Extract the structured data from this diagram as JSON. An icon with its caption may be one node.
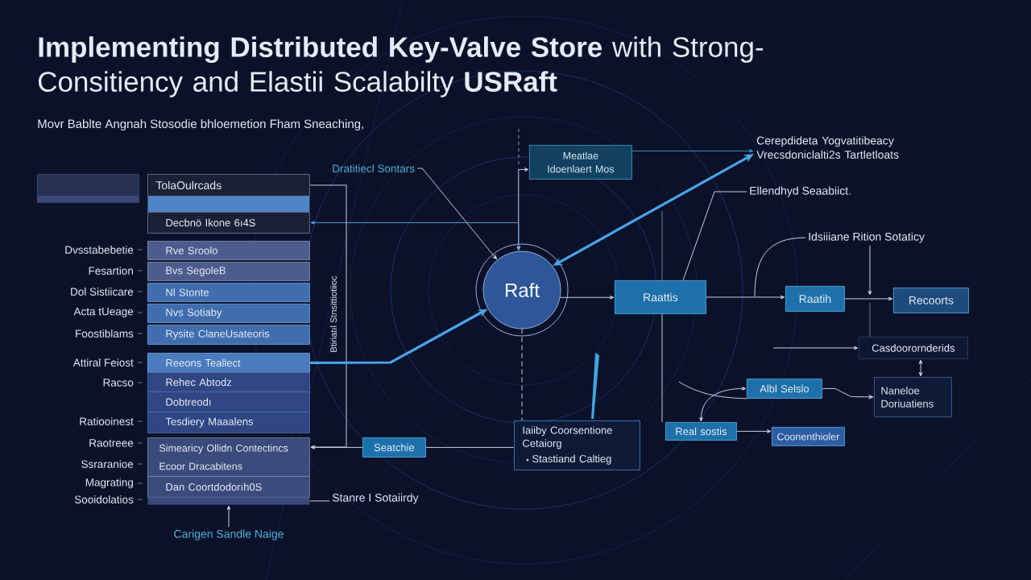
{
  "diagram": {
    "title": "**Implementing Distributed Key-Valve Store** with Strong- Consitiency and Elastii Scalabilty **USRaft**",
    "nodes": [
      {
        "text": [],
        "shape": "box"
      },
      {
        "text": [
          "TolaOulrcads"
        ]
      },
      {
        "text": [],
        "shape": "bar"
      },
      {
        "text": [
          "Decbnö Ikone 6ı4S"
        ]
      },
      {
        "text": [
          "Rve Sroolo"
        ],
        "beside": [
          "Dvsstabebetie"
        ]
      },
      {
        "text": [
          "Bvs SegoleB"
        ],
        "beside": [
          "Fesartion"
        ]
      },
      {
        "text": [
          "Nl Stonte"
        ],
        "beside": [
          "Dol Sistiicare"
        ]
      },
      {
        "text": [
          "Nvs Sotiaby"
        ],
        "beside": [
          "Acta tUeage"
        ]
      },
      {
        "text": [
          "Rysite ClaneUsateoris"
        ],
        "beside": [
          "Foostiblams"
        ]
      },
      {
        "text": [
          "Reeons Teallect"
        ],
        "beside": [
          "Attiral Feiost"
        ]
      },
      {
        "text": [
          "Rehec Abtodz"
        ],
        "beside": [
          "Racso"
        ]
      },
      {
        "text": [
          "Dobtreodı"
        ]
      },
      {
        "text": [
          "Tesdiery Maaalens"
        ],
        "beside": [
          "Ratiooinest"
        ]
      },
      {
        "text": [
          "Simearicy Ollidn Contectincs",
          "Ecoor Dracabitens"
        ],
        "beside": [
          "Raotreee",
          "Ssraranioe"
        ]
      },
      {
        "text": [
          "Dan Coortdodorıh0S"
        ],
        "beside": [
          "Magrating"
        ]
      },
      {
        "text": [],
        "shape": "bar",
        "beside": [
          "Sooidolatios"
        ]
      },
      {
        "text": [
          "Dratitiecl Sontars"
        ]
      },
      {
        "text": [
          "Meatlae",
          "Idoenlaert Mos"
        ]
      },
      {
        "text": [
          "Cerepdideta Yogvatitibeacy Vrecsdoniclalti2s Tartletloats"
        ]
      },
      {
        "text": [
          "Ellendhyd Seaabiict."
        ]
      },
      {
        "text": [
          "Raft"
        ]
      },
      {
        "text": [
          "Raattis"
        ]
      },
      {
        "text": [
          "Idsiiiane Rition Sotaticy"
        ]
      },
      {
        "text": [
          "Raatih"
        ]
      },
      {
        "text": [
          "Recoorts"
        ]
      },
      {
        "text": [
          "Casdoorornderids"
        ]
      },
      {
        "text": [
          "Albl Selslo"
        ]
      },
      {
        "text": [
          "Naneloe Doriuatiens"
        ]
      },
      {
        "text": [
          "Seatchie"
        ]
      },
      {
        "text": [
          "Iaiiby Coorsentione Cetaiorg",
          "Stastiand Caltieg"
        ]
      },
      {
        "text": [
          "Real sostis"
        ]
      },
      {
        "text": [
          "Coonenthioler"
        ]
      },
      {
        "text": [
          "Stanre I Sotaiirdy"
        ]
      },
      {
        "text": [
          "Carigen Sandle Naige"
        ]
      }
    ],
    "edges": [
      {
        "from": 16,
        "to": 20,
        "arrow": "to"
      },
      {
        "from": 20,
        "to": 17,
        "arrow": "both"
      },
      {
        "from": 20,
        "to": 3,
        "arrow": "to",
        "color": "#5a9ad8"
      },
      {
        "from": 17,
        "to": 18,
        "arrow": "to",
        "color": "#3f8fc0"
      },
      {
        "from": 20,
        "to": 18,
        "arrow": "both",
        "style": "thick",
        "color": "#4aa3e8"
      },
      {
        "from": 19,
        "to": 21,
        "arrow": "none"
      },
      {
        "from": 20,
        "to": 21,
        "arrow": "to"
      },
      {
        "from": 21,
        "to": 23,
        "arrow": "to"
      },
      {
        "from": 23,
        "to": 24,
        "arrow": "to"
      },
      {
        "from": 22,
        "to": null,
        "arrow": "none"
      },
      {
        "from": 22,
        "to": null,
        "arrow": "to"
      },
      {
        "from": null,
        "to": 25,
        "arrow": "to"
      },
      {
        "from": 25,
        "to": 27,
        "arrow": "both"
      },
      {
        "from": 26,
        "to": 27,
        "arrow": "to"
      },
      {
        "from": 30,
        "to": 26,
        "arrow": "both"
      },
      {
        "from": null,
        "to": 26,
        "arrow": "none"
      },
      {
        "from": 30,
        "to": 31,
        "arrow": "to"
      },
      {
        "from": 21,
        "to": 30,
        "arrow": "none"
      },
      {
        "from": 1,
        "to": 13,
        "arrow": "to"
      },
      {
        "from": 28,
        "to": 13,
        "arrow": "to"
      },
      {
        "from": 9,
        "to": 20,
        "arrow": "to",
        "style": "thick",
        "color": "#4aa3e8"
      },
      {
        "from": 28,
        "to": 29,
        "arrow": "none"
      },
      {
        "from": 20,
        "to": 29,
        "arrow": "none",
        "style": "dashed"
      },
      {
        "from": 15,
        "to": 32,
        "arrow": "none"
      },
      {
        "from": 33,
        "to": 15,
        "arrow": "to"
      }
    ],
    "labels": [
      "Movr Bablte Angnah Stosodie bhloemetion Fham Sneaching,",
      "Btiriatıl Stnsittiotiioc"
    ]
  }
}
